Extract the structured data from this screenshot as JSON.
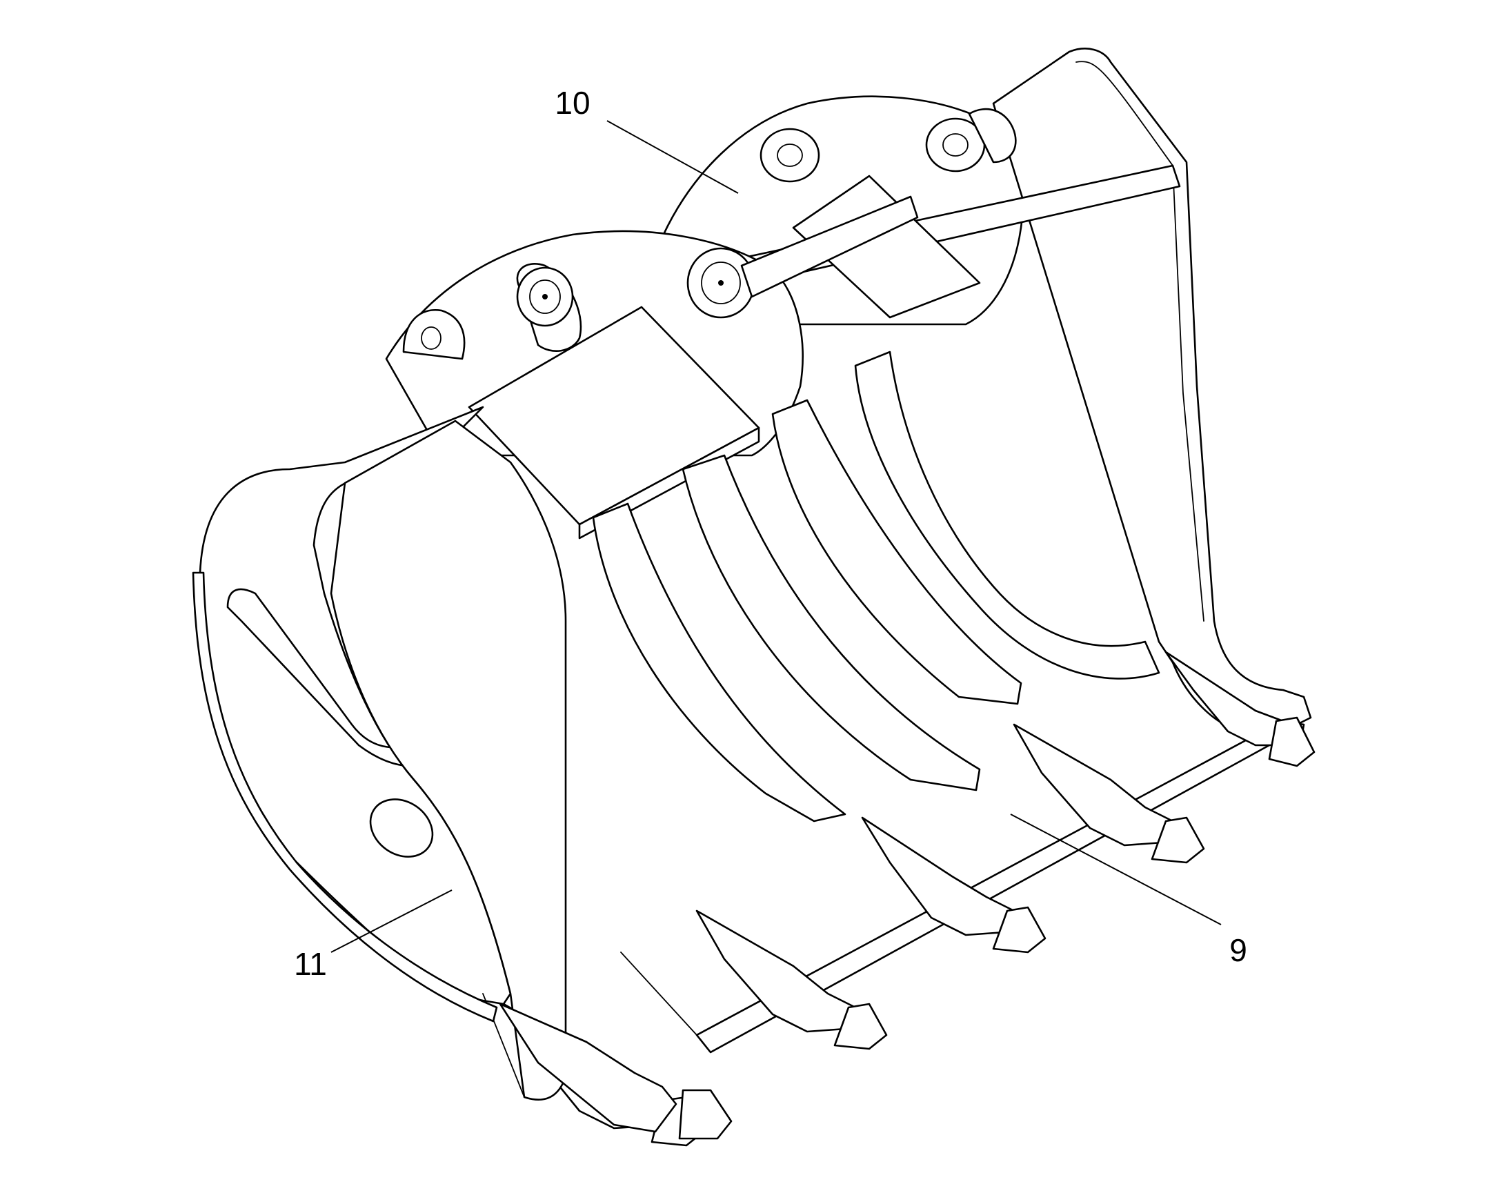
{
  "diagram": {
    "callouts": [
      {
        "id": "part-9",
        "label": "9"
      },
      {
        "id": "part-10",
        "label": "10"
      },
      {
        "id": "part-11",
        "label": "11"
      }
    ]
  }
}
